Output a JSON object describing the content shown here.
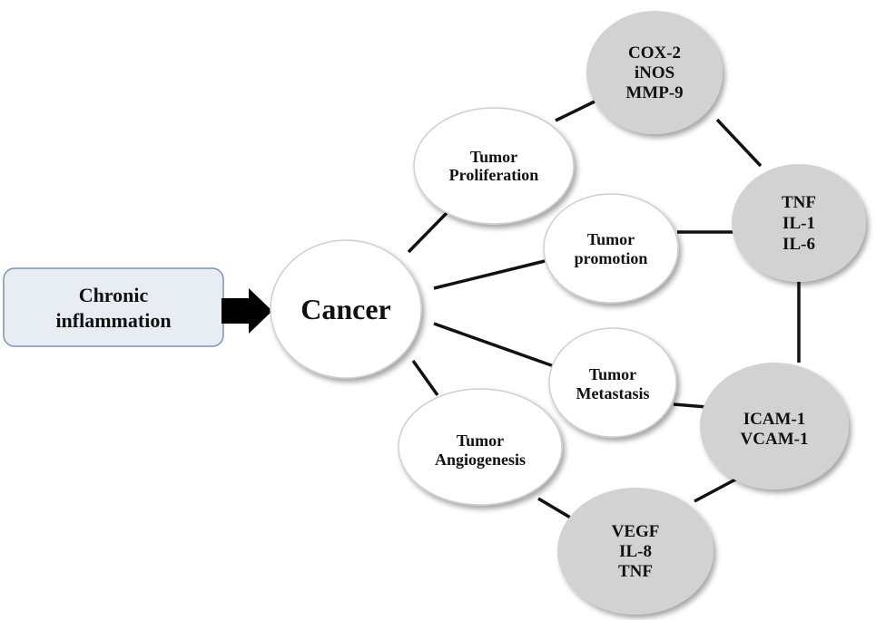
{
  "colors": {
    "start_box_fill": "#e8edf4",
    "start_box_stroke": "#7d94b4",
    "white_node_fill": "#ffffff",
    "white_node_stroke": "#cfcfcf",
    "grey_node_fill": "#d2d2d2",
    "edge": "#111111",
    "arrow": "#000000"
  },
  "start": {
    "lines": [
      "Chronic",
      "inflammation"
    ]
  },
  "cancer": {
    "label": "Cancer"
  },
  "processes": {
    "proliferation": {
      "lines": [
        "Tumor",
        "Proliferation"
      ]
    },
    "promotion": {
      "lines": [
        "Tumor",
        "promotion"
      ]
    },
    "metastasis": {
      "lines": [
        "Tumor",
        "Metastasis"
      ]
    },
    "angiogenesis": {
      "lines": [
        "Tumor",
        "Angiogenesis"
      ]
    }
  },
  "mediators": {
    "cox": {
      "lines": [
        "COX-2",
        "iNOS",
        "MMP-9"
      ]
    },
    "tnf": {
      "lines": [
        "TNF",
        "IL-1",
        "IL-6"
      ]
    },
    "icam": {
      "lines": [
        "ICAM-1",
        "VCAM-1"
      ]
    },
    "vegf": {
      "lines": [
        "VEGF",
        "IL-8",
        "TNF"
      ]
    }
  }
}
